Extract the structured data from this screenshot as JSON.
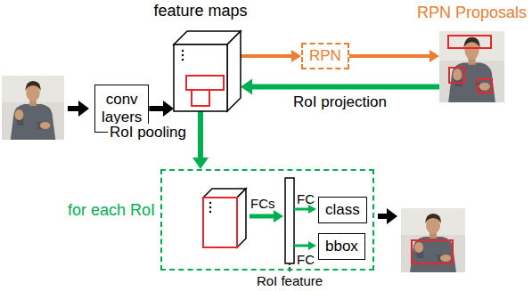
{
  "diagram": {
    "nodes": [
      {
        "text": [
          "conv layers"
        ]
      },
      {
        "text": [
          "feature maps"
        ]
      },
      {
        "text": [
          "RPN"
        ]
      },
      {
        "text": [
          "RPN Proposals"
        ]
      },
      {
        "text": [
          "for each RoI"
        ]
      },
      {
        "text": [
          "class"
        ],
        "in": 4
      },
      {
        "text": [
          "bbox"
        ],
        "in": 4
      }
    ],
    "edges": [
      {
        "from": 0,
        "to": 1,
        "arrow": "to"
      },
      {
        "from": 1,
        "to": 2,
        "arrow": "to"
      },
      {
        "from": 2,
        "to": 3,
        "arrow": "to"
      },
      {
        "from": 3,
        "to": 1,
        "label": "RoI projection",
        "arrow": "to"
      },
      {
        "from": 1,
        "to": 4,
        "label": "RoI pooling",
        "arrow": "to"
      }
    ],
    "labels": [
      "FCs",
      "FC",
      "FC",
      "RoI feature"
    ]
  }
}
